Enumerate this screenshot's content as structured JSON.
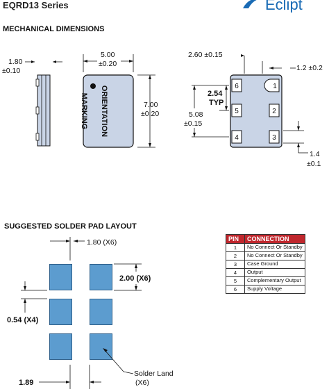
{
  "header": {
    "series_title": "EQRD13 Series",
    "logo_text": "Eclipt"
  },
  "mechanical": {
    "section_title": "MECHANICAL DIMENSIONS",
    "side_height": "1.80",
    "side_height_tol": "±0.10",
    "width": "5.00",
    "width_tol": "±0.20",
    "length": "7.00",
    "length_tol": "±0.20",
    "marking_line1": "MARKING",
    "marking_line2": "ORIENTATION",
    "pad_span": "2.60 ±0.15",
    "pad_edge": "1.2 ±0.2",
    "pitch": "2.54",
    "pitch_note": "TYP",
    "row_span": "5.08",
    "row_span_tol": "±0.15",
    "pad_height": "1.4",
    "pad_height_tol": "±0.1",
    "pins": [
      "1",
      "2",
      "3",
      "4",
      "5",
      "6"
    ]
  },
  "solder": {
    "section_title": "SUGGESTED SOLDER PAD LAYOUT",
    "pad_width": "1.80 (X6)",
    "pad_length": "2.00 (X6)",
    "gap": "0.54 (X4)",
    "spacing": "1.89",
    "land_label": "Solder Land",
    "land_count": "(X6)"
  },
  "pin_table": {
    "header_pin": "PIN",
    "header_connection": "CONNECTION",
    "rows": [
      {
        "pin": "1",
        "connection": "No Connect Or Standby"
      },
      {
        "pin": "2",
        "connection": "No Connect Or Standby"
      },
      {
        "pin": "3",
        "connection": "Case Ground"
      },
      {
        "pin": "4",
        "connection": "Output"
      },
      {
        "pin": "5",
        "connection": "Complementary Output"
      },
      {
        "pin": "6",
        "connection": "Supply Voltage"
      }
    ]
  },
  "colors": {
    "table_header": "#c0272d",
    "pad_fill": "#5c9ccf",
    "package_fill": "#c9d4e6",
    "logo_blue": "#1a6bb5"
  }
}
